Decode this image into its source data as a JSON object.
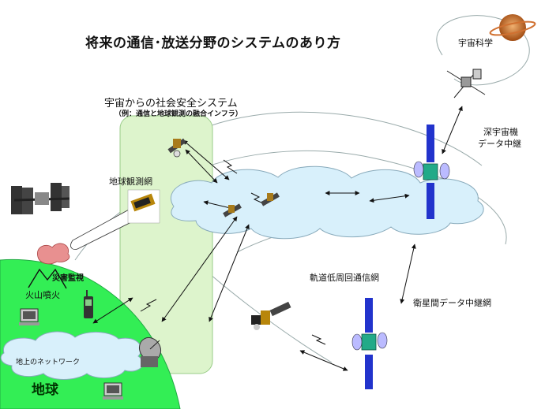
{
  "title": "将来の通信･放送分野のシステムのあり方",
  "labels": {
    "space_social_safety_system": "宇宙からの社会安全システム",
    "space_social_safety_example": "（例：通信と地球観測の融合インフラ）",
    "earth_observation_network": "地球観測網",
    "space_science": "宇宙科学",
    "deep_space_relay_line1": "深宇宙機",
    "deep_space_relay_line2": "データ中継",
    "orbit_low_network": "軌道低周回通信網",
    "intersatellite_data_relay": "衛星間データ中継網",
    "disaster_monitoring": "災害監視",
    "volcanic_eruption": "火山噴火",
    "ground_network": "地上のネットワーク",
    "earth": "地球"
  },
  "colors": {
    "earth_green": "#33ee55",
    "panel_green": "#ddf4cc",
    "cloud_blue": "#d8f0fb",
    "solar_panel_blue": "#2233cc",
    "satellite_body": "#22aa88",
    "link_line": "#222222"
  },
  "icons": [
    "saturn-icon",
    "space-probe-icon",
    "iss-icon",
    "observation-satellite-icon",
    "relay-satellite-icon",
    "leo-satellite-icon",
    "computer-icon",
    "mobile-phone-icon",
    "dish-antenna-icon",
    "volcano-icon"
  ]
}
